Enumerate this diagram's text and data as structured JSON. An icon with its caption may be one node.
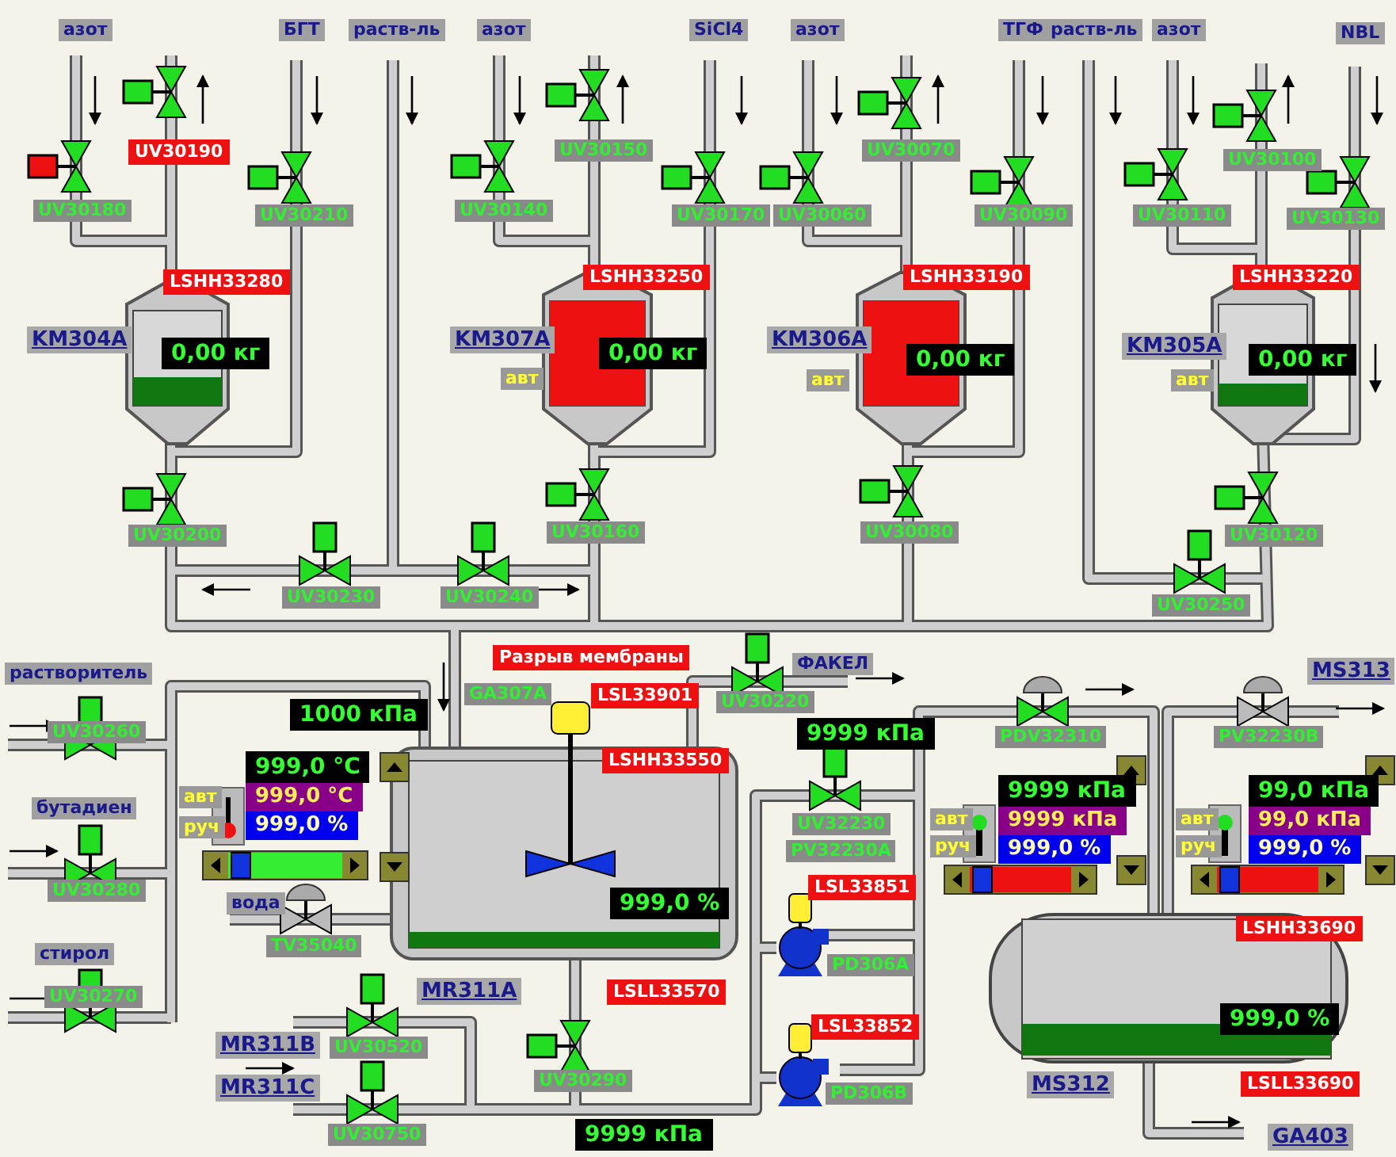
{
  "diagram": {
    "labels": [
      "азот",
      "БГТ",
      "раств-ль",
      "азот",
      "SiCl4",
      "азот",
      "ТГФ",
      "раств-ль",
      "азот",
      "NBL",
      "UV30190",
      "UV30150",
      "UV30070",
      "UV30100",
      "UV30180",
      "UV30210",
      "UV30140",
      "UV30170",
      "UV30060",
      "UV30090",
      "UV30110",
      "UV30130",
      "LSHH33280",
      "LSHH33250",
      "LSHH33190",
      "LSHH33220",
      "KM304A",
      "0,00 кг",
      "KM307A",
      "0,00 кг",
      "KM306A",
      "0,00 кг",
      "KM305A",
      "0,00 кг",
      "авт",
      "авт",
      "авт",
      "UV30200",
      "UV30160",
      "UV30080",
      "UV30120",
      "UV30230",
      "UV30240",
      "UV30250",
      "растворитель",
      "Разрыв мембраны",
      "ФАКЕЛ",
      "MS313",
      "GA307A",
      "LSL33901",
      "UV30220",
      "UV30260",
      "1000 кПа",
      "9999 кПа",
      "PDV32310",
      "PV32230B",
      "999,0 °C",
      "LSHH33550",
      "9999 кПа",
      "99,0 кПа",
      "авт",
      "999,0 °C",
      "бутадиен",
      "авт",
      "9999 кПа",
      "авт",
      "99,0 кПа",
      "руч",
      "999,0 %",
      "UV32230",
      "PV32230A",
      "руч",
      "999,0 %",
      "руч",
      "999,0 %",
      "UV30280",
      "LSL33851",
      "999,0 %",
      "вода",
      "LSHH33690",
      "TV35040",
      "стирол",
      "PD306A",
      "UV30270",
      "MR311A",
      "LSLL33570",
      "LSL33852",
      "999,0 %",
      "MR311B",
      "UV30520",
      "MR311C",
      "UV30290",
      "PD306B",
      "MS312",
      "LSLL33690",
      "UV30750",
      "9999 кПа",
      "GA403"
    ]
  }
}
